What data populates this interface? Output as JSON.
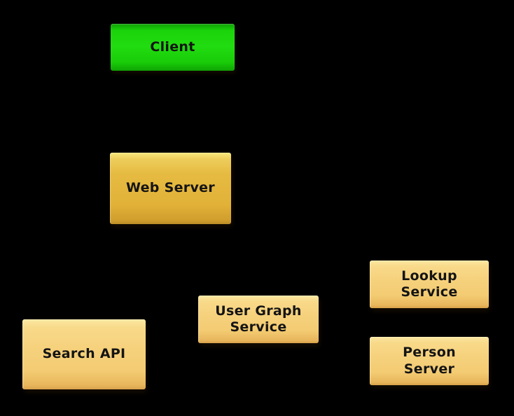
{
  "diagram": {
    "background_color": "#000000",
    "text_color": "#141414",
    "palette": {
      "client_green": "#1ed60c",
      "server_gold": "#e4b63c",
      "service_tan": "#f5d07b"
    },
    "nodes": [
      {
        "id": "client",
        "label": "Client",
        "kind": "client",
        "fill": "#1ed60c"
      },
      {
        "id": "web-server",
        "label": "Web Server",
        "kind": "server",
        "fill": "#e4b63c"
      },
      {
        "id": "search-api",
        "label": "Search API",
        "kind": "service",
        "fill": "#f5d07b"
      },
      {
        "id": "user-graph-service",
        "label": "User Graph\nService",
        "kind": "service",
        "fill": "#f5d07b"
      },
      {
        "id": "lookup-service",
        "label": "Lookup\nService",
        "kind": "service",
        "fill": "#f5d07b"
      },
      {
        "id": "person-server",
        "label": "Person\nServer",
        "kind": "service",
        "fill": "#f5d07b"
      }
    ]
  }
}
